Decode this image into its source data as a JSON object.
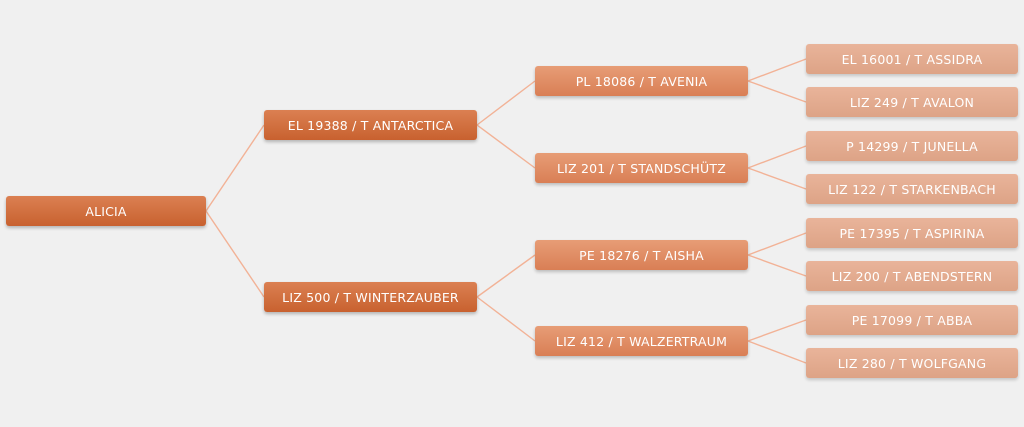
{
  "pedigree": {
    "root": {
      "name": "ALICIA"
    },
    "sire": {
      "name": "EL 19388 / T ANTARCTICA",
      "sire": {
        "name": "PL 18086 / T AVENIA",
        "sire": {
          "name": "EL 16001 / T ASSIDRA"
        },
        "dam": {
          "name": "LIZ 249 / T AVALON"
        }
      },
      "dam": {
        "name": "LIZ 201 / T STANDSCHÜTZ",
        "sire": {
          "name": "P 14299 / T JUNELLA"
        },
        "dam": {
          "name": "LIZ 122 / T STARKENBACH"
        }
      }
    },
    "dam": {
      "name": "LIZ 500 / T WINTERZAUBER",
      "sire": {
        "name": "PE 18276 / T AISHA",
        "sire": {
          "name": "PE 17395 / T ASPIRINA"
        },
        "dam": {
          "name": "LIZ 200 / T ABENDSTERN"
        }
      },
      "dam": {
        "name": "LIZ 412 / T WALZERTRAUM",
        "sire": {
          "name": "PE 17099 / T ABBA"
        },
        "dam": {
          "name": "LIZ 280 / T WOLFGANG"
        }
      }
    }
  },
  "colors": {
    "background": "#f0f0f0",
    "connector": "#f2b296",
    "level1": "#d06a3b",
    "level2": "#e08c63",
    "level3": "#e3ab90"
  }
}
